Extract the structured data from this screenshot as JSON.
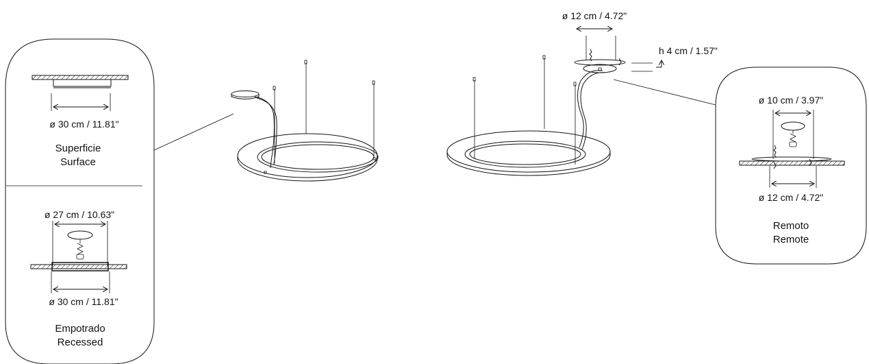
{
  "left_panel": {
    "surface": {
      "diameter": "ø 30 cm / 11.81\"",
      "label_es": "Superficie",
      "label_en": "Surface"
    },
    "recessed": {
      "hole_diameter": "ø 27 cm / 10.63\"",
      "diameter": "ø 30 cm / 11.81\"",
      "label_es": "Empotrado",
      "label_en": "Recessed"
    }
  },
  "right_fixture": {
    "canopy_diameter": "ø 12 cm / 4.72\"",
    "canopy_height": "h 4 cm / 1.57\""
  },
  "right_panel": {
    "hole_diameter": "ø 10 cm / 3.97\"",
    "diameter": "ø 12 cm / 4.72\"",
    "label_es": "Remoto",
    "label_en": "Remote"
  }
}
